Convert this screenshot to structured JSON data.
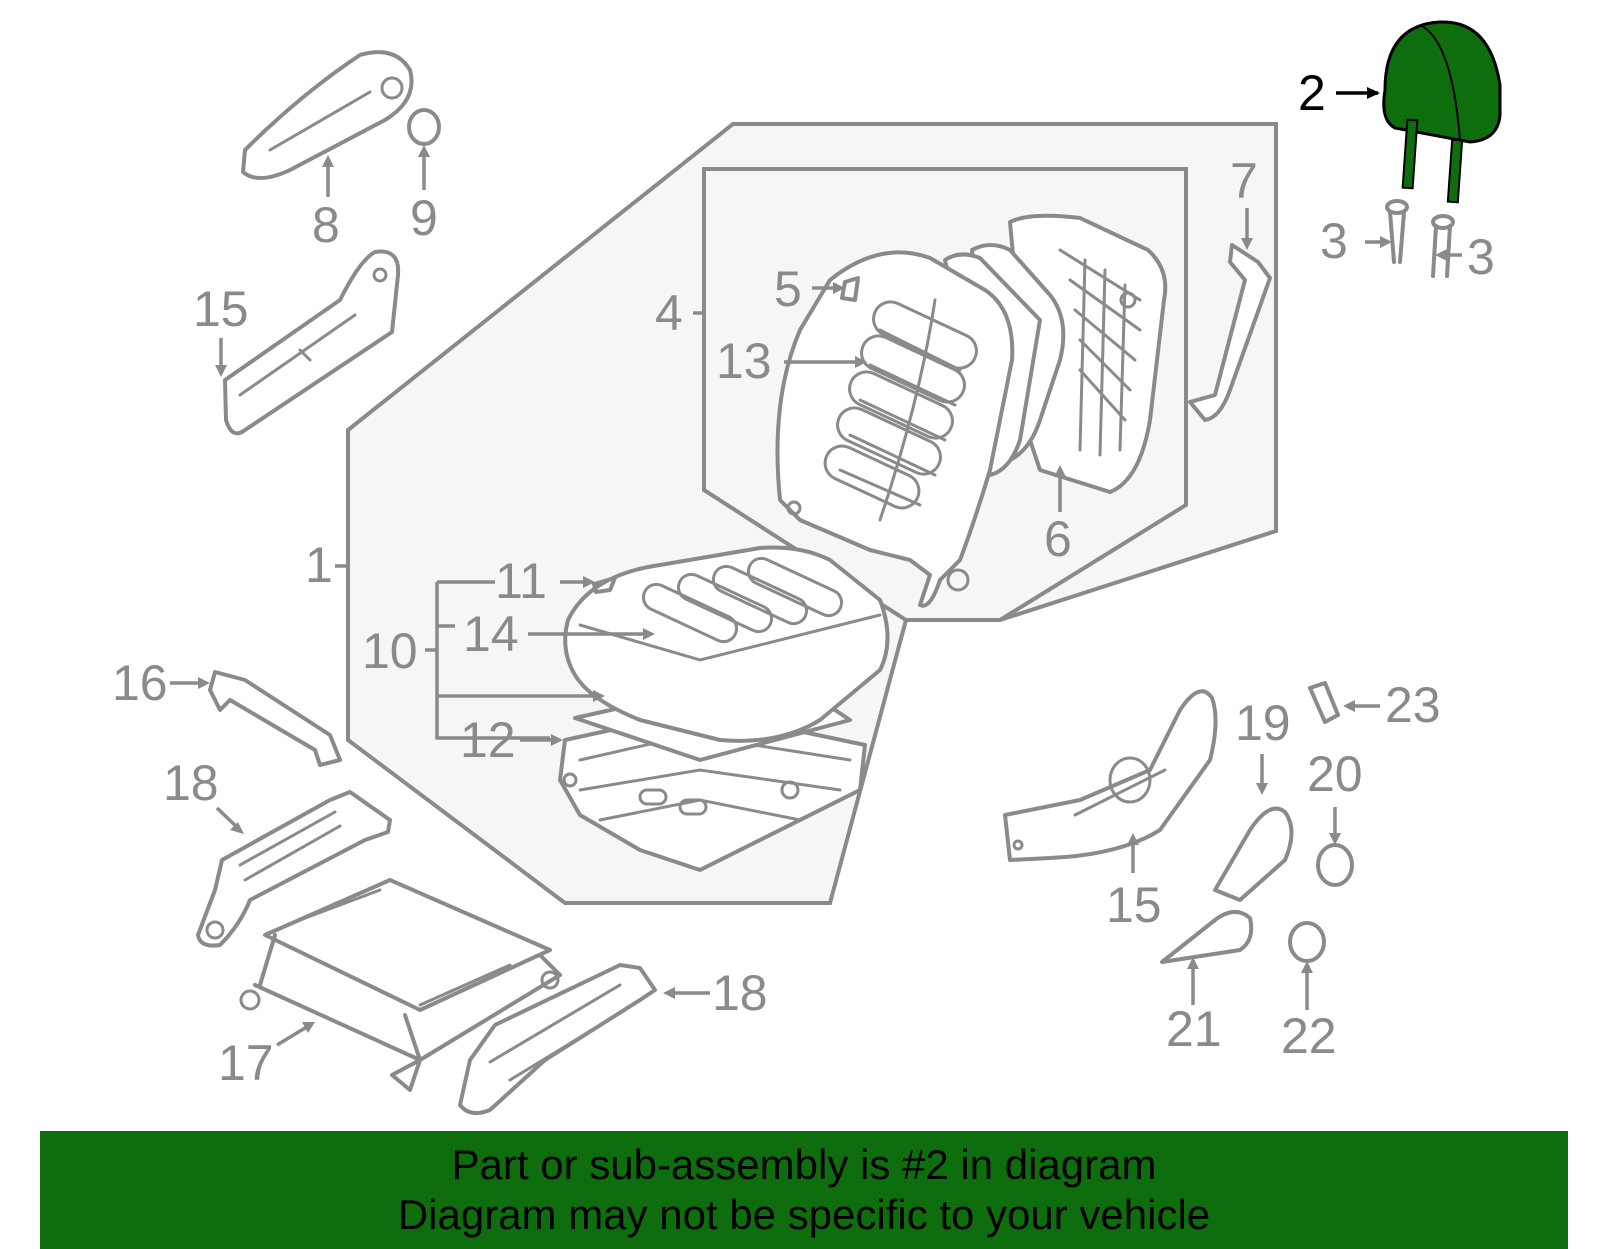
{
  "colors": {
    "highlight": "#0e6e0e",
    "part_outline": "#8a8a8a",
    "assembly_fill": "#f6f6f6",
    "banner_bg": "#0e6e0e",
    "banner_text": "#000000"
  },
  "callouts": {
    "c1": "1",
    "c2": "2",
    "c3a": "3",
    "c3b": "3",
    "c4": "4",
    "c5": "5",
    "c6": "6",
    "c7": "7",
    "c8": "8",
    "c9": "9",
    "c10": "10",
    "c11": "11",
    "c12": "12",
    "c13": "13",
    "c14": "14",
    "c15a": "15",
    "c15b": "15",
    "c16": "16",
    "c17": "17",
    "c18a": "18",
    "c18b": "18",
    "c19": "19",
    "c20": "20",
    "c21": "21",
    "c22": "22",
    "c23": "23"
  },
  "highlighted_part": "2",
  "banner": {
    "line1": "Part or sub-assembly is #2 in diagram",
    "line2": "Diagram may not be specific to your vehicle"
  }
}
